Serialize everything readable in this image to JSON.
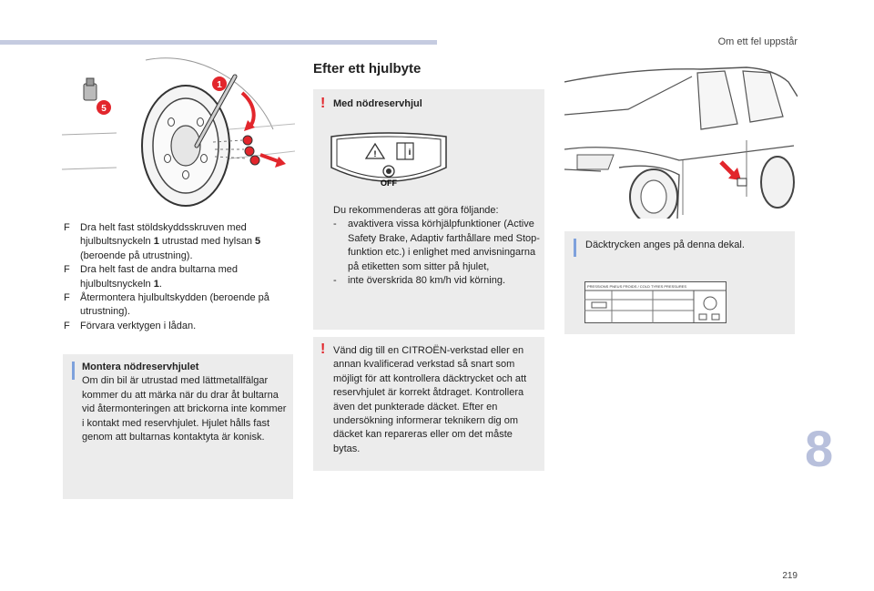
{
  "header": {
    "section": "Om ett fel uppstår"
  },
  "footer": {
    "page_number": "219",
    "chapter": "8"
  },
  "wheel": {
    "callout_1": "1",
    "callout_5": "5"
  },
  "steps": [
    {
      "arrow": "F",
      "parts": [
        "Dra helt fast stöldskyddsskruven med hjulbultsnyckeln ",
        "1",
        " utrustad med hylsan ",
        "5",
        " (beroende på utrustning)."
      ]
    },
    {
      "arrow": "F",
      "parts": [
        "Dra helt fast de andra bultarna med hjulbultsnyckeln ",
        "1",
        "."
      ]
    },
    {
      "arrow": "F",
      "parts": [
        "Återmontera hjulbultskydden (beroende på utrustning).",
        "",
        "",
        "",
        ""
      ]
    },
    {
      "arrow": "F",
      "parts": [
        "Förvara verktygen i lådan.",
        "",
        "",
        "",
        ""
      ]
    }
  ],
  "mount_note": {
    "heading": "Montera nödreservhjulet",
    "body": "Om din bil är utrustad med lättmetallfälgar kommer du att märka när du drar åt bultarna vid återmonteringen att brickorna inte kommer i kontakt med reservhjulet. Hjulet hålls fast genom att bultarnas kontaktyta är konisk."
  },
  "after_section": {
    "title": "Efter ett hjulbyte",
    "spare": {
      "excl": "!",
      "heading": "Med nödreservhjul",
      "off_label": "OFF",
      "intro": "Du rekommenderas att göra följande:",
      "items": [
        {
          "dash": "-",
          "text": "avaktivera vissa körhjälpfunktioner (Active Safety Brake, Adaptiv farthållare med Stop-funktion etc.) i enlighet med anvisningarna på etiketten som sitter på hjulet,"
        },
        {
          "dash": "-",
          "text": "inte överskrida 80 km/h vid körning."
        }
      ]
    },
    "workshop": {
      "excl": "!",
      "body": "Vänd dig till en CITROËN-verkstad eller en annan kvalificerad verkstad så snart som möjligt för att kontrollera däcktrycket och att reservhjulet är korrekt åtdraget. Kontrollera även det punkterade däcket. Efter en undersökning informerar teknikern dig om däcket kan repareras eller om det måste bytas."
    }
  },
  "decal_note": {
    "body": "Däcktrycken anges på denna dekal.",
    "decal_header": "PRESSIONS PNEUS FROIDS / COLD TYRES PRESSURES"
  },
  "colors": {
    "accent_red": "#e2262c",
    "info_blue": "#7ea1dc",
    "box_gray": "#ececec",
    "chapter_blue": "#b8c0dc"
  }
}
